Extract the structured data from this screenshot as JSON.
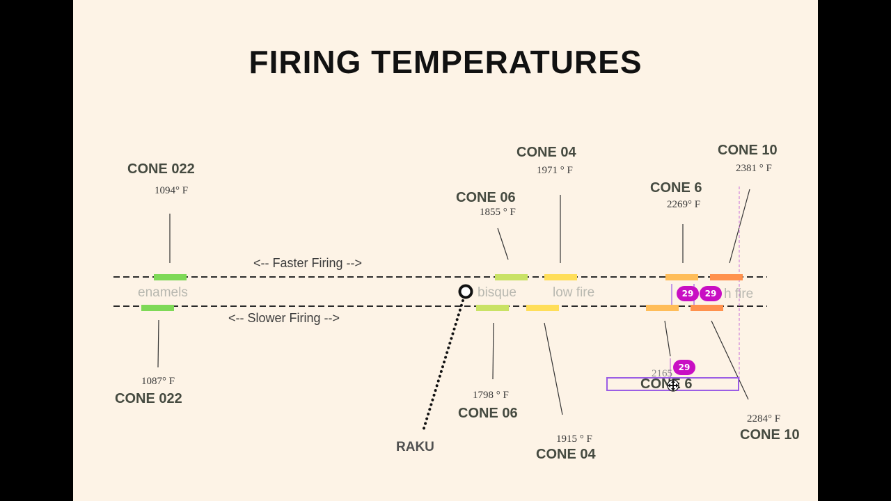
{
  "title": "FIRING TEMPERATURES",
  "directions": {
    "faster": "<-- Faster Firing -->",
    "slower": "<-- Slower Firing -->"
  },
  "zones": {
    "enamels": "enamels",
    "bisque": "bisque",
    "low_fire": "low fire",
    "high_fire": "h fire"
  },
  "faster": {
    "cone022": {
      "cone": "CONE 022",
      "temp": "1094° F"
    },
    "cone06": {
      "cone": "CONE 06",
      "temp": "1855 ° F"
    },
    "cone04": {
      "cone": "CONE 04",
      "temp": "1971 ° F"
    },
    "cone6": {
      "cone": "CONE 6",
      "temp": "2269° F"
    },
    "cone10": {
      "cone": "CONE 10",
      "temp": "2381 ° F"
    }
  },
  "slower": {
    "cone022": {
      "cone": "CONE 022",
      "temp": "1087° F"
    },
    "cone06": {
      "cone": "CONE 06",
      "temp": "1798 ° F"
    },
    "cone04": {
      "cone": "CONE 04",
      "temp": "1915 ° F"
    },
    "cone6": {
      "cone": "CONE 6",
      "temp": "2165"
    },
    "cone10": {
      "cone": "CONE 10",
      "temp": "2284° F"
    }
  },
  "raku": "RAKU",
  "badges": [
    "29",
    "29",
    "29"
  ],
  "icons": {
    "cursor": "move-cursor-icon",
    "raku_marker": "circle-marker-icon"
  },
  "colors": {
    "background": "#fdf3e6",
    "green": "#7ed957",
    "lime": "#c9e265",
    "yellow": "#ffde59",
    "light_orange": "#ffbd59",
    "orange": "#ff914d",
    "selection": "#9b5de5",
    "badge": "#c80fc3"
  }
}
